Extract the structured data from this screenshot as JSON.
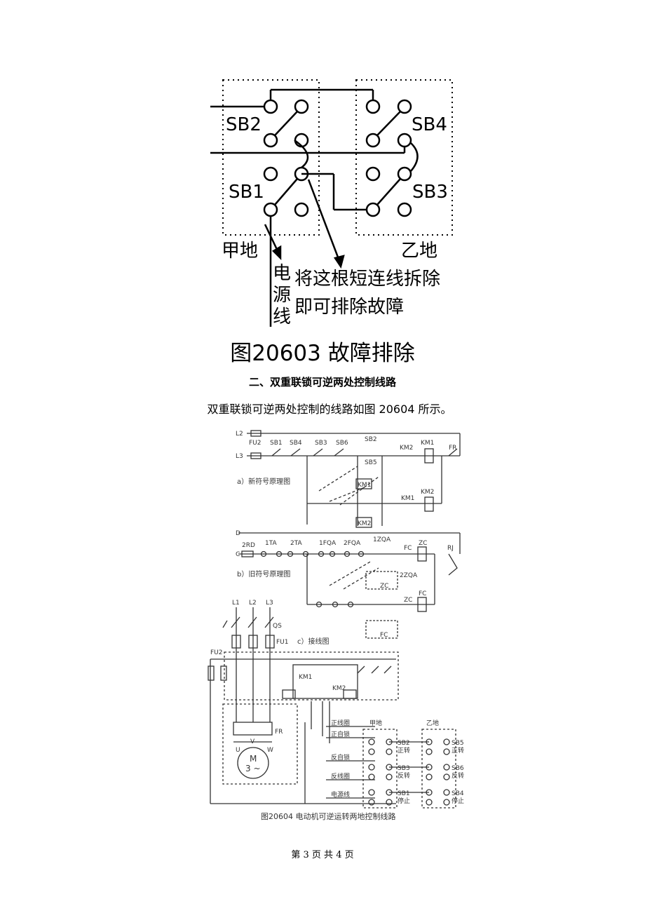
{
  "figure1": {
    "labels": {
      "sb2": "SB2",
      "sb1": "SB1",
      "sb4": "SB4",
      "sb3": "SB3",
      "jia": "甲地",
      "yi": "乙地"
    },
    "power_line": [
      "电",
      "源",
      "线"
    ],
    "note_lines": [
      "将这根短连线拆除",
      "即可排除故障"
    ],
    "caption": "图20603 故障排除"
  },
  "section_heading": "二、双重联锁可逆两处控制线路",
  "paragraph": "双重联锁可逆两处控制的线路如图 20604 所示。",
  "figure2": {
    "a": {
      "caption": "a）新符号原理图",
      "labels": {
        "l2": "L2",
        "l3": "L3",
        "fu2": "FU2",
        "sb1": "SB1",
        "sb4": "SB4",
        "sb3": "SB3",
        "sb6": "SB6",
        "sb2": "SB2",
        "sb5": "SB5",
        "km2": "KM2",
        "km1": "KM1",
        "fr": "FR"
      }
    },
    "b": {
      "caption": "b）旧符号原理图",
      "labels": {
        "d": "D",
        "c": "C",
        "rd": "2RD",
        "ta1": "1TA",
        "ta2": "2TA",
        "fqa1": "1FQA",
        "fqa2": "2FQA",
        "zqa1": "1ZQA",
        "zqa2": "2ZQA",
        "fc": "FC",
        "zc": "ZC",
        "rj": "RJ"
      }
    },
    "c": {
      "caption": "c）接线图",
      "labels": {
        "l1": "L1",
        "l2": "L2",
        "l3": "L3",
        "qs": "QS",
        "fu1": "FU1",
        "fu2": "FU2",
        "km1": "KM1",
        "km2": "KM2",
        "fr": "FR",
        "m": "M",
        "m3": "3 ~",
        "u": "U",
        "v": "V",
        "w": "W",
        "jia": "甲地",
        "yi": "乙地"
      },
      "wires": [
        "正线圈",
        "正自锁",
        "反自锁",
        "反线圈",
        "电源线"
      ],
      "jia_buttons": [
        {
          "name": "SB2",
          "func": "正转"
        },
        {
          "name": "SB3",
          "func": "反转"
        },
        {
          "name": "SB1",
          "func": "停止"
        }
      ],
      "yi_buttons": [
        {
          "name": "SB5",
          "func": "正转"
        },
        {
          "name": "SB6",
          "func": "反转"
        },
        {
          "name": "SB4",
          "func": "停止"
        }
      ]
    },
    "caption": "图20604  电动机可逆运转两地控制线路"
  },
  "footer": "第 3 页 共 4 页"
}
